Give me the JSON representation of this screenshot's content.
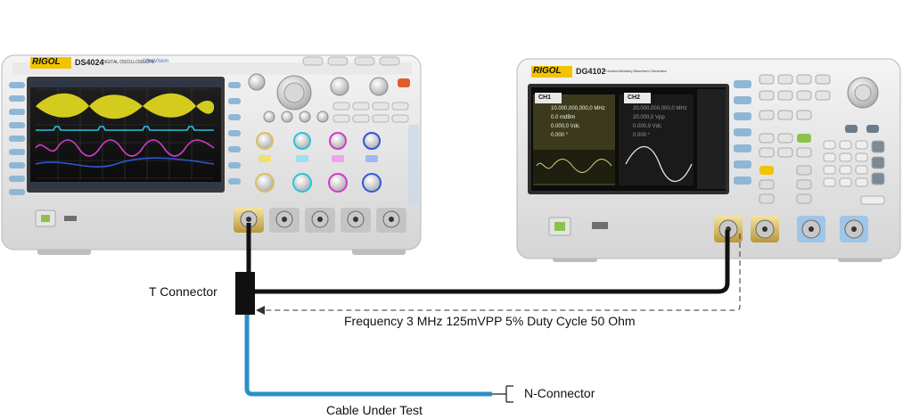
{
  "oscilloscope": {
    "brand": "RIGOL",
    "model": "DS4024",
    "subtitle": "DIGITAL OSCILLOSCOPE",
    "logo_text": "UltraVision"
  },
  "generator": {
    "brand": "RIGOL",
    "model": "DG4102",
    "subtitle": "Function/Arbitrary Waveform Generator",
    "ch1_label": "CH1",
    "ch2_label": "CH2",
    "ch1_lines": [
      "10.000,000,000,0 MHz",
      "0.0 mdBm",
      "0.000,0 Vdc",
      "0.000 °"
    ],
    "ch2_lines": [
      "20.000,000,000,0 MHz",
      "20.000,0 Vpp",
      "0.000,0 Vdc",
      "0.000 °"
    ]
  },
  "labels": {
    "t_connector": "T Connector",
    "signal": "Frequency 3 MHz 125mVPP 5% Duty Cycle 50 Ohm",
    "n_connector": "N-Connector",
    "cable": "Cable Under Test"
  },
  "colors": {
    "cable_black": "#111111",
    "cable_blue": "#2a8fc9",
    "ch1_yellow": "#e8e020",
    "ch2_cyan": "#27c4de",
    "ch3_magenta": "#d33cc8",
    "ch4_blue": "#2d58d8"
  }
}
